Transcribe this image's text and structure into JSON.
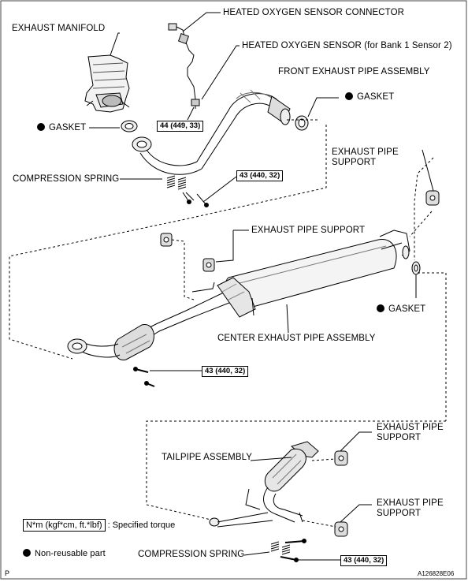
{
  "labels": {
    "heated_oxygen_sensor_connector": "HEATED OXYGEN SENSOR CONNECTOR",
    "exhaust_manifold": "EXHAUST MANIFOLD",
    "heated_oxygen_sensor": "HEATED OXYGEN SENSOR (for Bank 1 Sensor 2)",
    "front_exhaust_pipe_assembly": "FRONT EXHAUST PIPE ASSEMBLY",
    "gasket_top_right": "GASKET",
    "gasket_left": "GASKET",
    "exhaust_pipe_support_1": "EXHAUST PIPE\nSUPPORT",
    "compression_spring_top": "COMPRESSION SPRING",
    "exhaust_pipe_support_2": "EXHAUST PIPE SUPPORT",
    "gasket_middle": "GASKET",
    "center_exhaust_pipe_assembly": "CENTER EXHAUST PIPE ASSEMBLY",
    "tailpipe_assembly": "TAILPIPE ASSEMBLY",
    "exhaust_pipe_support_3": "EXHAUST PIPE\nSUPPORT",
    "exhaust_pipe_support_4": "EXHAUST PIPE\nSUPPORT",
    "compression_spring_bottom": "COMPRESSION SPRING"
  },
  "torques": {
    "sensor": "44 (449, 33)",
    "front_pipe": "43 (440, 32)",
    "center_pipe": "43 (440, 32)",
    "tailpipe": "43 (440, 32)"
  },
  "legend": {
    "torque_unit": "N*m (kgf*cm, ft.*lbf)",
    "torque_desc": ": Specified torque",
    "non_reusable": "Non-reusable part"
  },
  "corner": {
    "left": "P",
    "right": "A126828E06"
  }
}
